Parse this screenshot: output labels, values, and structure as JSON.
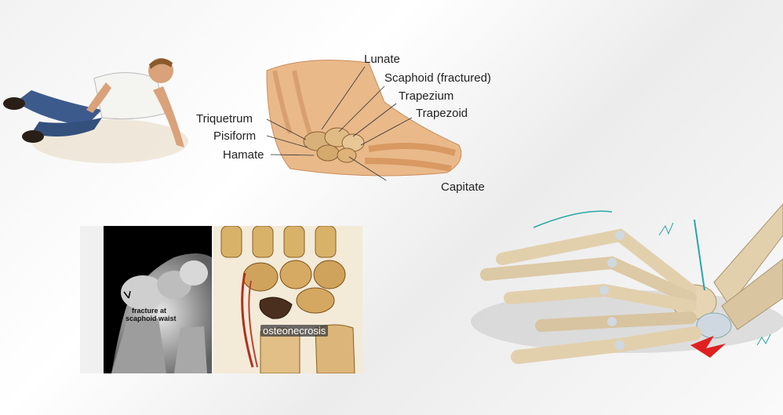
{
  "wrist_diagram": {
    "labels": {
      "lunate": "Lunate",
      "scaphoid": "Scaphoid (fractured)",
      "trapezium": "Trapezium",
      "trapezoid": "Trapezoid",
      "triquetrum": "Triquetrum",
      "pisiform": "Pisiform",
      "hamate": "Hamate",
      "capitate": "Capitate"
    }
  },
  "xray": {
    "annotation_line1": "fracture at",
    "annotation_line2": "scaphoid waist"
  },
  "anatomy_drawing": {
    "label": "osteonecrosis"
  }
}
